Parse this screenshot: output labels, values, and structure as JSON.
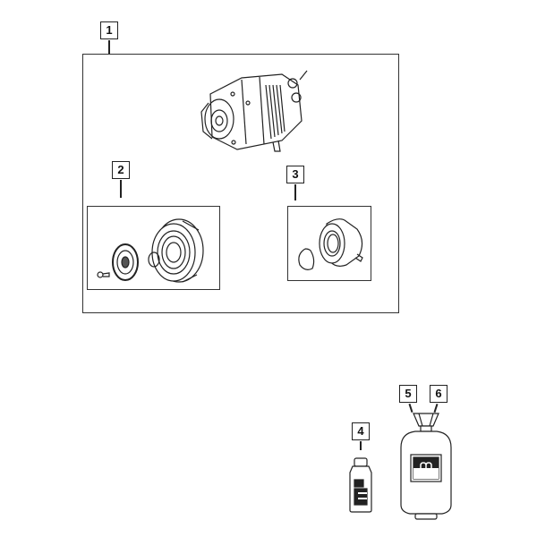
{
  "diagram": {
    "type": "parts-exploded-view",
    "callouts": [
      {
        "id": "1",
        "label": "1",
        "part": "a-c-compressor"
      },
      {
        "id": "2",
        "label": "2",
        "part": "compressor-clutch-assembly"
      },
      {
        "id": "3",
        "label": "3",
        "part": "clutch-field-coil"
      },
      {
        "id": "4",
        "label": "4",
        "part": "compressor-oil-bottle"
      },
      {
        "id": "5",
        "label": "5",
        "part": "refrigerant-container"
      },
      {
        "id": "6",
        "label": "6",
        "part": "refrigerant-container"
      }
    ],
    "colors": {
      "line": "#222222",
      "background": "#ffffff"
    }
  }
}
